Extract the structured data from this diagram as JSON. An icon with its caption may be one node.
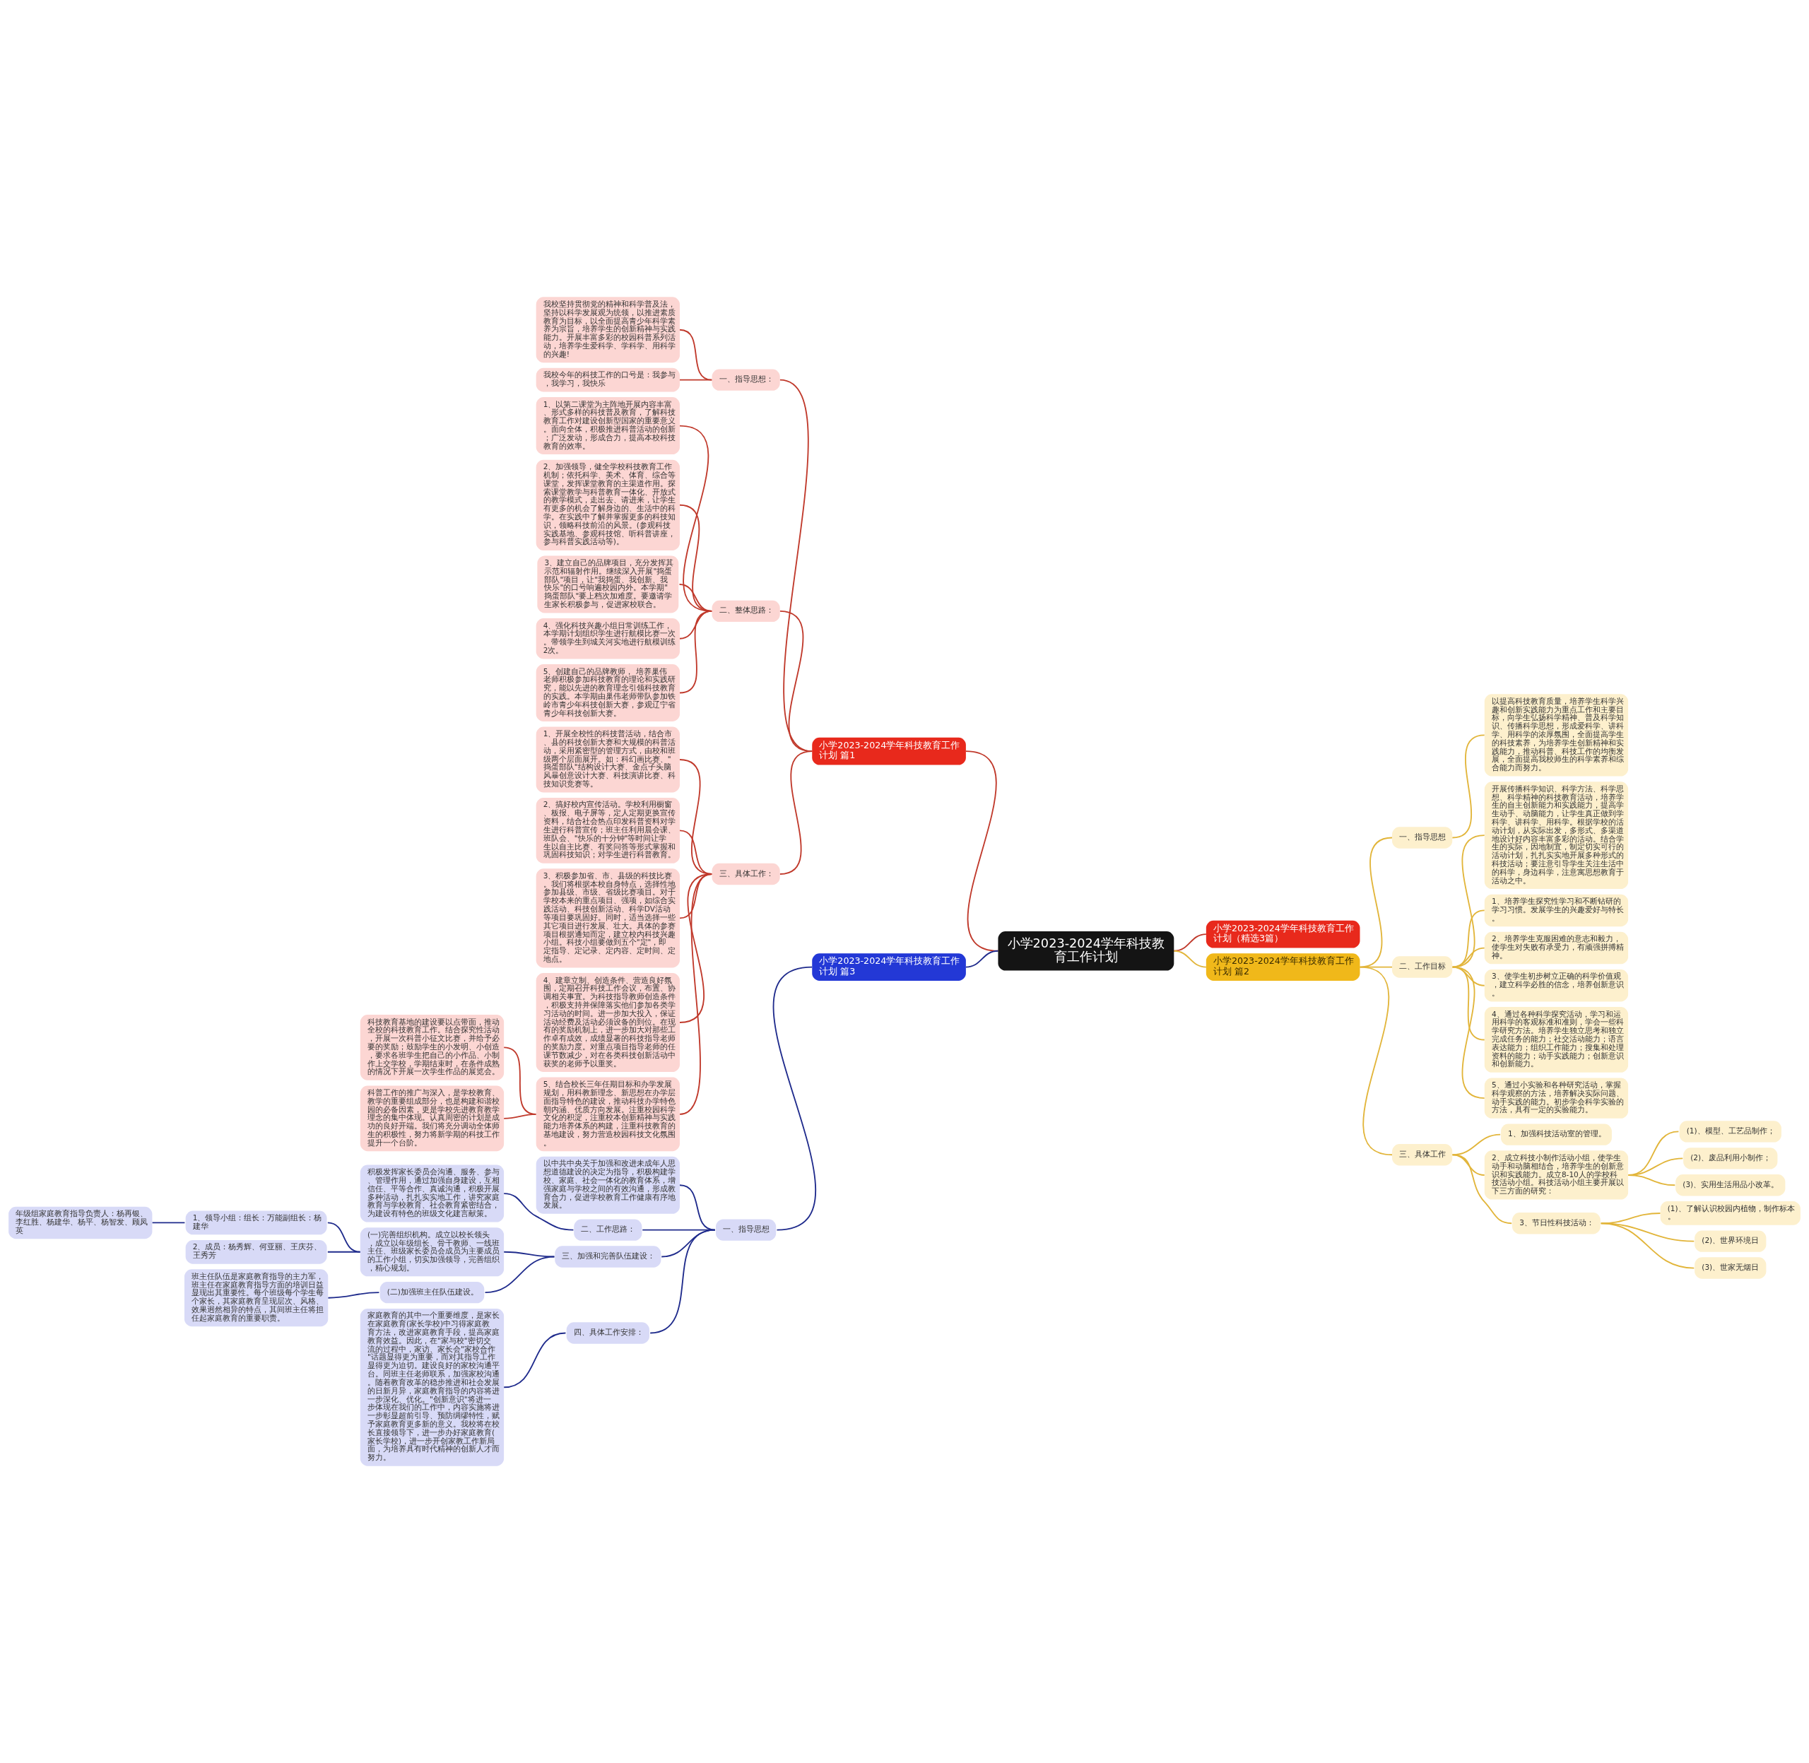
{
  "diagram": {
    "nodes": [
      {
        "text": [
          "小学2023-2024学年科技教育工作计划"
        ]
      },
      {
        "text": [
          "小学2023-2024学年科技教育工作计划 篇1"
        ]
      },
      {
        "text": [
          "一、指导思想："
        ]
      },
      {
        "text": [
          "我校坚持贯彻党的精神和科学普及法，坚持以科学发展观为统领，以推进素质教育为目标，以全面提高青少年科学素养为宗旨，培养学生的创新精神与实践能力。开展丰富多彩的校园科普系列活动，培养学生爱科学、学科学、用科学的兴趣!"
        ]
      },
      {
        "text": [
          "我校今年的科技工作的口号是：我参与，我学习，我快乐"
        ]
      },
      {
        "text": [
          "二、整体思路："
        ]
      },
      {
        "text": [
          "1、以第二课堂为主阵地开展内容丰富、形式多样的科技普及教育，了解科技教育工作对建设创新型国家的重要意义。面向全体，积极推进科普活动的创新；广泛发动，形成合力，提高本校科技教育的效率。"
        ]
      },
      {
        "text": [
          "2、加强领导，健全学校科技教育工作机制；依托科学、美术、体育、综合等课堂，发挥课堂教育的主渠道作用。探索课堂教学与科普教育一体化、开放式的教学模式，走出去、请进来，让学生有更多的机会了解身边的、生活中的科学。在实践中了解并掌握更多的科技知识，领略科技前沿的风景。(参观科技实践基地、参观科技馆、听科普讲座，参与科普实践活动等)。"
        ]
      },
      {
        "text": [
          "3、建立自己的品牌项目，充分发挥其示范和辐射作用。继续深入开展\"捣蛋部队\"项目，让\"我捣蛋、我创新、我快乐\"的口号响遍校园内外。本学期\"捣蛋部队\"要上档次加难度。要邀请学生家长积极参与，促进家校联合。"
        ]
      },
      {
        "text": [
          "4、强化科技兴趣小组日常训练工作，本学期计划组织学生进行航模比赛一次。带领学生到城关河实地进行航模训练2次。"
        ]
      },
      {
        "text": [
          "5、创建自己的品牌教师， 培养巢伟老师积极参加科技教育的理论和实践研究，能以先进的教育理念引领科技教育的实践。本学期由巢伟老师带队参加铁岭市青少年科技创新大赛，参观辽宁省青少年科技创新大赛。"
        ]
      },
      {
        "text": [
          "三、具体工作："
        ]
      },
      {
        "text": [
          "1、开展全校性的科技普活动，结合市、县的科技创新大赛和大规模的科普活动，采用紧密型的管理方式，由校和班级两个层面展开。如：科幻画比赛、\"捣蛋部队\"结构设计大赛、金点子头脑风暴创意设计大赛、科技演讲比赛、科技知识竞赛等。"
        ]
      },
      {
        "text": [
          "2、搞好校内宣传活动。学校利用橱窗、板报、电子屏等，定人定期更换宣传资料，结合社会热点印发科普资料对学生进行科普宣传；班主任利用晨会课、班队会、\"快乐的十分钟\"等时间让学生以自主比赛、有奖问答等形式掌握和巩固科技知识；对学生进行科普教育。"
        ]
      },
      {
        "text": [
          "3、积极参加省、市、县级的科技比赛。我们将根据本校自身特点，选择性地参加县级、市级、省级比赛项目。对于学校本来的重点项目、强项，如综合实践活动、科技创新活动、科学DV活动等项目要巩固好。同时，适当选择一些其它项目进行发展、壮大。具体的参赛项目根据通知而定，建立校内科技兴趣小组。科技小组要做到五个\"定\"，即定指导、定记录、定内容、定时间、定地点。"
        ]
      },
      {
        "text": [
          "4、建章立制、创造条件、营造良好氛围，定期召开科技工作会议，布置、协调相关事宜。为科技指导教师创造条件，积极支持并保障落实他们参加各类学习活动的时间。进一步加大投入，保证活动经费及活动必须设备的到位。在现有的奖励机制上，进一步加大对那些工作卓有成效，成绩显著的科技指导老师的奖励力度。对重点项目指导老师的任课节数减少，对在各类科技创新活动中获奖的老师予以重奖。"
        ]
      },
      {
        "text": [
          "5、结合校长三年任期目标和办学发展规划，用科教新理念、新思想在办学层面指导特色的建设，推动科技办学特色朝内涵、优质方向发展。注重校园科学文化的积淀，注重校本创新精神与实践能力培养体系的构建，注重科技教育的基地建设，努力营造校园科技文化氛围。"
        ]
      },
      {
        "text": [
          "科技教育基地的建设要以点带面，推动全校的科技教育工作。结合探究性活动，开展一次科普小征文比赛，并给予必要的奖励；鼓励学生的小发明、小创造，要求各班学生把自己的小作品、小制作上交学校，学期结束时，在条件成熟的情况下开展一次学生作品的展览会。"
        ]
      },
      {
        "text": [
          "科普工作的推广与深入，是学校教育、教学的重要组成部分，也是构建和谐校园的必备因素，更是学校先进教育教学理念的集中体现。认真周密的计划是成功的良好开端。我们将充分调动全体师生的积极性，努力将新学期的科技工作提升一个台阶。"
        ]
      },
      {
        "text": [
          "小学2023-2024学年科技教育工作计划（精选3篇）"
        ]
      },
      {
        "text": [
          "小学2023-2024学年科技教育工作计划 篇2"
        ]
      },
      {
        "text": [
          "一、指导思想"
        ]
      },
      {
        "text": [
          "以提高科技教育质量，培养学生科学兴趣和创新实践能力为重点工作和主要目标，向学生弘扬科学精神、普及科学知识、传播科学思想，形成爱科学、讲科学、用科学的浓厚氛围，全面提高学生的科技素养，为培养学生创新精神和实践能力，推动科普、科技工作的均衡发展，全面提高我校师生的科学素养和综合能力而努力。"
        ]
      },
      {
        "text": [
          "二、工作目标"
        ]
      },
      {
        "text": [
          "开展传播科学知识、科学方法、科学思想、科学精神的科技教育活动，培养学生的自主创新能力和实践能力，提高学生动手、动脑能力，让学生真正做到学科学、讲科学、用科学。根据学校的活动计划，从实际出发，多形式、多渠道地设计好内容丰富多彩的活动。结合学生的实际，因地制宜，制定切实可行的活动计划，扎扎实实地开展多种形式的科技活动；要注意引导学生关注生活中的科学，身边科学，注意寓思想教育于活动之中。"
        ]
      },
      {
        "text": [
          "1、培养学生探究性学习和不断钻研的学习习惯。发展学生的兴趣爱好与特长。"
        ]
      },
      {
        "text": [
          "2、培养学生克服困难的意志和毅力，使学生对失败有承受力，有顽强拼搏精神。"
        ]
      },
      {
        "text": [
          "3、使学生初步树立正确的科学价值观，建立科学必胜的信念，培养创新意识。"
        ]
      },
      {
        "text": [
          "4、通过各种科学探究活动，学习和运用科学的客观标准和准则，学会一些科学研究方法。培养学生独立思考和独立完成任务的能力；社交活动能力；语言表达能力；组织工作能力；搜集和处理资料的能力；动手实践能力；创新意识和创新能力。"
        ]
      },
      {
        "text": [
          "5、通过小实验和各种研究活动，掌握科学观察的方法，培养解决实际问题、动手实践的能力。初步学会科学实验的方法，具有一定的实验能力。"
        ]
      },
      {
        "text": [
          "三、具体工作"
        ]
      },
      {
        "text": [
          "1、加强科技活动室的管理。"
        ]
      },
      {
        "text": [
          "2、成立科技小制作活动小组，使学生动手和动脑相结合，培养学生的创新意识和实践能力。成立8-10人的学校科技活动小组。科技活动小组主要开展以下三方面的研究："
        ]
      },
      {
        "text": [
          "(1)、模型、工艺品制作；"
        ]
      },
      {
        "text": [
          "(2)、废品利用小制作；"
        ]
      },
      {
        "text": [
          "(3)、实用生活用品小改革。"
        ]
      },
      {
        "text": [
          "3、节日性科技活动："
        ]
      },
      {
        "text": [
          "(1)、了解认识校园内植物，制作标本。"
        ]
      },
      {
        "text": [
          "(2)、世界环境日"
        ]
      },
      {
        "text": [
          "(3)、世家无烟日"
        ]
      },
      {
        "text": [
          "小学2023-2024学年科技教育工作计划 篇3"
        ]
      },
      {
        "text": [
          "一、指导思想"
        ]
      },
      {
        "text": [
          "以中共中央关于加强和改进未成年人思想道德建设的决定为指导，积极构建学校、家庭、社会一体化的教育体系，增强家庭与学校之间的有效沟通，形成教育合力，促进学校教育工作健康有序地发展。"
        ]
      },
      {
        "text": [
          "二、工作思路："
        ]
      },
      {
        "text": [
          "积极发挥家长委员会沟通、服务、参与、管理作用，通过加强自身建设，互相信任、平等合作、真诚沟通，积极开展多种活动，扎扎实实地工作，讲究家庭教育与学校教育、社会教育紧密结合，为建设有特色的班级文化建言献策。"
        ]
      },
      {
        "text": [
          "三、加强和完善队伍建设："
        ]
      },
      {
        "text": [
          "(一)完善组织机构。成立以校长领头，成立以年级组长、骨干教师、一线班主任、班级家长委员会成员为主要成员的工作小组，切实加强领导，完善组织，精心规划。"
        ]
      },
      {
        "text": [
          "1、领导小组：组长：万能副组长：杨建华"
        ]
      },
      {
        "text": [
          "年级组家庭教育指导负责人：杨再银、李红胜、杨建华、杨平、杨智发、顾凤英"
        ]
      },
      {
        "text": [
          "2、成员：杨秀辉、何亚丽、王庆芬、王秀芳"
        ]
      },
      {
        "text": [
          "(二)加强班主任队伍建设。"
        ]
      },
      {
        "text": [
          "班主任队伍是家庭教育指导的主力军，班主任在家庭教育指导方面的培训日益显现出其重要性。每个班级每个学生每个家长，其家庭教育呈现层次、风格、效果迥然相异的特点，其间班主任将担任起家庭教育的重要职责。"
        ]
      },
      {
        "text": [
          "四、具体工作安排："
        ]
      },
      {
        "text": [
          "家庭教育的其中一个重要维度，是家长在家庭教育(家长学校)中习得家庭教育方法，改进家庭教育手段，提高家庭教育效益。因此，在\"家与校\"密切交流的过程中，家访、家长会\"家校合作\"话题显得更为重要，而对其指导工作显得更为迫切。建设良好的家校沟通平台。同班主任老师联系，加强家校沟通。随着教育改革的稳步推进和社会发展的日新月异，家庭教育指导的内容将进一步深化、优化。\"创新意识\"将进一步体现在我们的工作中，内容实施将进一步彰显超前引导、预防绸缪特性，赋予家庭教育更多新的意义。我校将在校长直接领导下，进一步办好家庭教育(家长学校)，进一步开创家教工作新局面，为培养具有时代精神的创新人才而努力。"
        ]
      }
    ],
    "edges": [
      {
        "from": 0,
        "to": 1,
        "arrow": "none",
        "color": "#c0392b"
      },
      {
        "from": 1,
        "to": 2,
        "arrow": "none",
        "color": "#c0392b"
      },
      {
        "from": 2,
        "to": 3,
        "arrow": "none",
        "color": "#c0392b"
      },
      {
        "from": 2,
        "to": 4,
        "arrow": "none",
        "color": "#c0392b"
      },
      {
        "from": 1,
        "to": 5,
        "arrow": "none",
        "color": "#c0392b"
      },
      {
        "from": 5,
        "to": 6,
        "arrow": "none",
        "color": "#c0392b"
      },
      {
        "from": 5,
        "to": 7,
        "arrow": "none",
        "color": "#c0392b"
      },
      {
        "from": 5,
        "to": 8,
        "arrow": "none",
        "color": "#c0392b"
      },
      {
        "from": 5,
        "to": 9,
        "arrow": "none",
        "color": "#c0392b"
      },
      {
        "from": 5,
        "to": 10,
        "arrow": "none",
        "color": "#c0392b"
      },
      {
        "from": 1,
        "to": 11,
        "arrow": "none",
        "color": "#c0392b"
      },
      {
        "from": 11,
        "to": 12,
        "arrow": "none",
        "color": "#c0392b"
      },
      {
        "from": 11,
        "to": 13,
        "arrow": "none",
        "color": "#c0392b"
      },
      {
        "from": 11,
        "to": 14,
        "arrow": "none",
        "color": "#c0392b"
      },
      {
        "from": 11,
        "to": 15,
        "arrow": "none",
        "color": "#c0392b"
      },
      {
        "from": 11,
        "to": 16,
        "arrow": "none",
        "color": "#c0392b"
      },
      {
        "from": 16,
        "to": 17,
        "arrow": "none",
        "color": "#c0392b"
      },
      {
        "from": 16,
        "to": 18,
        "arrow": "none",
        "color": "#c0392b"
      },
      {
        "from": 0,
        "to": 19,
        "arrow": "none",
        "color": "#c0392b"
      },
      {
        "from": 0,
        "to": 20,
        "arrow": "none",
        "color": "#e2b53a"
      },
      {
        "from": 20,
        "to": 21,
        "arrow": "none",
        "color": "#e2b53a"
      },
      {
        "from": 21,
        "to": 22,
        "arrow": "none",
        "color": "#e2b53a"
      },
      {
        "from": 20,
        "to": 23,
        "arrow": "none",
        "color": "#e2b53a"
      },
      {
        "from": 23,
        "to": 24,
        "arrow": "none",
        "color": "#e2b53a"
      },
      {
        "from": 23,
        "to": 25,
        "arrow": "none",
        "color": "#e2b53a"
      },
      {
        "from": 23,
        "to": 26,
        "arrow": "none",
        "color": "#e2b53a"
      },
      {
        "from": 23,
        "to": 27,
        "arrow": "none",
        "color": "#e2b53a"
      },
      {
        "from": 23,
        "to": 28,
        "arrow": "none",
        "color": "#e2b53a"
      },
      {
        "from": 23,
        "to": 29,
        "arrow": "none",
        "color": "#e2b53a"
      },
      {
        "from": 20,
        "to": 30,
        "arrow": "none",
        "color": "#e2b53a"
      },
      {
        "from": 30,
        "to": 31,
        "arrow": "none",
        "color": "#e2b53a"
      },
      {
        "from": 30,
        "to": 32,
        "arrow": "none",
        "color": "#e2b53a"
      },
      {
        "from": 32,
        "to": 33,
        "arrow": "none",
        "color": "#e2b53a"
      },
      {
        "from": 32,
        "to": 34,
        "arrow": "none",
        "color": "#e2b53a"
      },
      {
        "from": 32,
        "to": 35,
        "arrow": "none",
        "color": "#e2b53a"
      },
      {
        "from": 30,
        "to": 36,
        "arrow": "none",
        "color": "#e2b53a"
      },
      {
        "from": 36,
        "to": 37,
        "arrow": "none",
        "color": "#e2b53a"
      },
      {
        "from": 36,
        "to": 38,
        "arrow": "none",
        "color": "#e2b53a"
      },
      {
        "from": 36,
        "to": 39,
        "arrow": "none",
        "color": "#e2b53a"
      },
      {
        "from": 0,
        "to": 40,
        "arrow": "none",
        "color": "#1f2b8c"
      },
      {
        "from": 40,
        "to": 41,
        "arrow": "none",
        "color": "#1f2b8c"
      },
      {
        "from": 41,
        "to": 42,
        "arrow": "none",
        "color": "#1f2b8c"
      },
      {
        "from": 41,
        "to": 43,
        "arrow": "none",
        "color": "#1f2b8c"
      },
      {
        "from": 43,
        "to": 44,
        "arrow": "none",
        "color": "#1f2b8c"
      },
      {
        "from": 41,
        "to": 45,
        "arrow": "none",
        "color": "#1f2b8c"
      },
      {
        "from": 45,
        "to": 46,
        "arrow": "none",
        "color": "#1f2b8c"
      },
      {
        "from": 46,
        "to": 47,
        "arrow": "none",
        "color": "#1f2b8c"
      },
      {
        "from": 47,
        "to": 48,
        "arrow": "none",
        "color": "#1f2b8c"
      },
      {
        "from": 46,
        "to": 49,
        "arrow": "none",
        "color": "#1f2b8c"
      },
      {
        "from": 45,
        "to": 50,
        "arrow": "none",
        "color": "#1f2b8c"
      },
      {
        "from": 50,
        "to": 51,
        "arrow": "none",
        "color": "#1f2b8c"
      },
      {
        "from": 41,
        "to": 52,
        "arrow": "none",
        "color": "#1f2b8c"
      },
      {
        "from": 52,
        "to": 53,
        "arrow": "none",
        "color": "#1f2b8c"
      }
    ]
  }
}
